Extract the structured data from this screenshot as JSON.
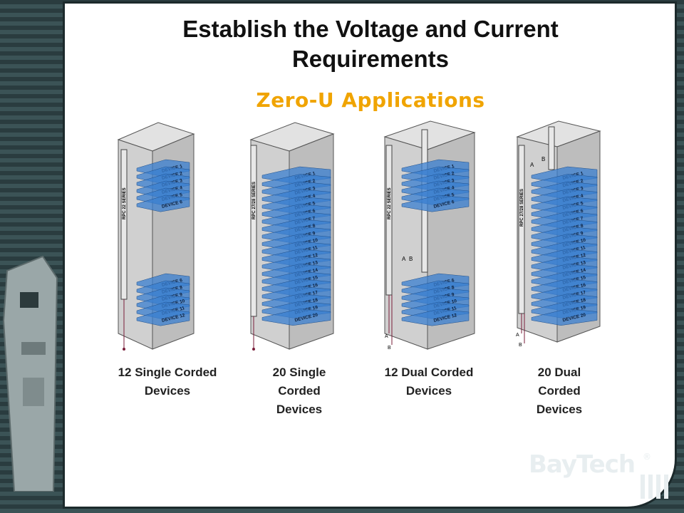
{
  "slide": {
    "title_line1": "Establish the Voltage and Current",
    "title_line2": "Requirements",
    "subtitle": "Zero-U Applications"
  },
  "racks": [
    {
      "series_label": "RPC 22 SERIES",
      "caption_lines": [
        "12 Single Corded",
        "Devices"
      ],
      "top_devices": [
        "DEVICE 1",
        "DEVICE 2",
        "DEVICE 3",
        "DEVICE 4",
        "DEVICE 5",
        "DEVICE 6"
      ],
      "bottom_devices": [
        "DEVICE 6",
        "DEVICE 8",
        "DEVICE 9",
        "DEVICE 10",
        "DEVICE 11",
        "DEVICE 12"
      ]
    },
    {
      "series_label": "RPC 27/28 SERIES",
      "caption_lines": [
        "20 Single",
        "Corded",
        "Devices"
      ],
      "devices": [
        "DEVICE 1",
        "DEVICE 2",
        "DEVICE 3",
        "DEVICE 4",
        "DEVICE 5",
        "DEVICE 6",
        "DEVICE 7",
        "DEVICE 8",
        "DEVICE 9",
        "DEVICE 10",
        "DEVICE 11",
        "DEVICE 12",
        "DEVICE 13",
        "DEVICE 14",
        "DEVICE 15",
        "DEVICE 16",
        "DEVICE 17",
        "DEVICE 18",
        "DEVICE 19",
        "DEVICE 20"
      ]
    },
    {
      "series_label": "RPC 22 SERIES",
      "caption_lines": [
        "12 Dual Corded",
        "Devices"
      ],
      "feed_labels": [
        "A",
        "B"
      ],
      "top_devices": [
        "DEVICE 1",
        "DEVICE 2",
        "DEVICE 3",
        "DEVICE 4",
        "DEVICE 5",
        "DEVICE 6"
      ],
      "bottom_devices": [
        "DEVICE 6",
        "DEVICE 8",
        "DEVICE 9",
        "DEVICE 10",
        "DEVICE 11",
        "DEVICE 12"
      ]
    },
    {
      "series_label": "RPC 27/28 SERIES",
      "caption_lines": [
        "20 Dual",
        "Corded",
        "Devices"
      ],
      "feed_labels": [
        "A",
        "B"
      ],
      "devices": [
        "DEVICE 1",
        "DEVICE 2",
        "DEVICE 3",
        "DEVICE 4",
        "DEVICE 5",
        "DEVICE 6",
        "DEVICE 7",
        "DEVICE 8",
        "DEVICE 9",
        "DEVICE 10",
        "DEVICE 11",
        "DEVICE 12",
        "DEVICE 13",
        "DEVICE 14",
        "DEVICE 15",
        "DEVICE 16",
        "DEVICE 17",
        "DEVICE 18",
        "DEVICE 19",
        "DEVICE 20"
      ]
    }
  ],
  "logo": {
    "text": "BayTech",
    "mark": "®"
  },
  "colors": {
    "subtitle": "#f0a400",
    "device_blue": "#3a7fd0",
    "rack_gray": "#cfcfcf",
    "cord": "#7a1e3a"
  }
}
